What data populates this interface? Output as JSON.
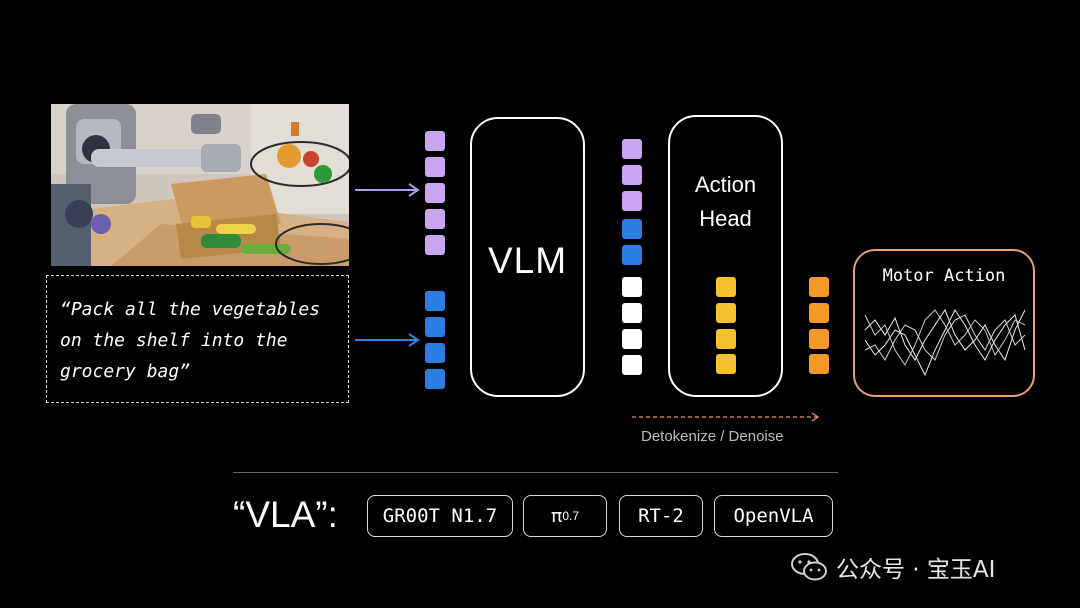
{
  "instruction": {
    "lines": [
      "“Pack all the vegetables",
      "on the shelf into the",
      "grocery bag”"
    ]
  },
  "vlm": {
    "label": "VLM"
  },
  "action_head": {
    "line1": "Action",
    "line2": "Head"
  },
  "motor_action": {
    "label": "Motor Action"
  },
  "detokenize": {
    "label": "Detokenize / Denoise"
  },
  "vla": {
    "label": "“VLA”:",
    "models": {
      "gr00t": "GR00T N1.7",
      "pi_base": "π",
      "pi_sub": "0.7",
      "rt2": "RT-2",
      "openvla": "OpenVLA"
    }
  },
  "watermark": {
    "text": "公众号 · 宝玉AI",
    "icon": "wechat-icon"
  },
  "colors": {
    "image_token": "#c9a6f2",
    "text_token": "#2a7de1",
    "white_token": "#ffffff",
    "action_token": "#f5c22b",
    "motor_token": "#f59a28",
    "image_arrow": "#b19ae6",
    "text_arrow": "#3b82e0",
    "motor_border": "#e8a06c",
    "detok_arrow": "#e8946a"
  }
}
